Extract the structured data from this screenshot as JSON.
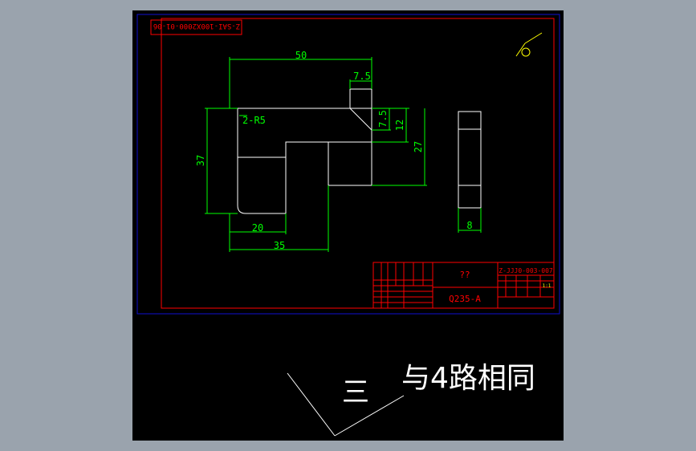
{
  "colors": {
    "background": "#000000",
    "outer_area": "#9aa3ad",
    "paper_border": "#1010d0",
    "frame": "#ff0000",
    "geometry": "#ffffff",
    "dimension": "#00ff00",
    "annotation": "#ffff00"
  },
  "drawing": {
    "code_tag": "Z-SAI-100X2000-01-06",
    "roughness_symbol": "roughness-icon",
    "dims": {
      "width_top": "50",
      "slot_width": "7.5",
      "slot_depth": "7.5",
      "step_12": "12",
      "height_27": "27",
      "height_37": "37",
      "radius": "2-R5",
      "width_20": "20",
      "width_35": "35",
      "thickness": "8"
    },
    "title_block": {
      "part_name": "??",
      "material": "Q235-A",
      "drawing_no": "Z-JJJ0-003-007",
      "scale": "1:1"
    }
  },
  "note": {
    "text": "与4路相同",
    "mark": "三"
  }
}
